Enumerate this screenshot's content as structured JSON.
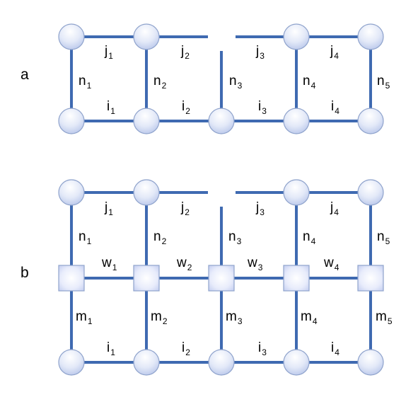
{
  "panels": [
    {
      "id": "a",
      "label": "a",
      "top_labels": [
        {
          "base": "j",
          "sub": "1"
        },
        {
          "base": "j",
          "sub": "2"
        },
        {
          "base": "j",
          "sub": "3"
        },
        {
          "base": "j",
          "sub": "4"
        }
      ],
      "bottom_labels": [
        {
          "base": "i",
          "sub": "1"
        },
        {
          "base": "i",
          "sub": "2"
        },
        {
          "base": "i",
          "sub": "3"
        },
        {
          "base": "i",
          "sub": "4"
        }
      ],
      "vertical_labels": [
        {
          "base": "n",
          "sub": "1"
        },
        {
          "base": "n",
          "sub": "2"
        },
        {
          "base": "n",
          "sub": "3"
        },
        {
          "base": "n",
          "sub": "4"
        },
        {
          "base": "n",
          "sub": "5"
        }
      ]
    },
    {
      "id": "b",
      "label": "b",
      "top_labels": [
        {
          "base": "j",
          "sub": "1"
        },
        {
          "base": "j",
          "sub": "2"
        },
        {
          "base": "j",
          "sub": "3"
        },
        {
          "base": "j",
          "sub": "4"
        }
      ],
      "upper_vertical_labels": [
        {
          "base": "n",
          "sub": "1"
        },
        {
          "base": "n",
          "sub": "2"
        },
        {
          "base": "n",
          "sub": "3"
        },
        {
          "base": "n",
          "sub": "4"
        },
        {
          "base": "n",
          "sub": "5"
        }
      ],
      "middle_labels": [
        {
          "base": "w",
          "sub": "1"
        },
        {
          "base": "w",
          "sub": "2"
        },
        {
          "base": "w",
          "sub": "3"
        },
        {
          "base": "w",
          "sub": "4"
        }
      ],
      "lower_vertical_labels": [
        {
          "base": "m",
          "sub": "1"
        },
        {
          "base": "m",
          "sub": "2"
        },
        {
          "base": "m",
          "sub": "3"
        },
        {
          "base": "m",
          "sub": "4"
        },
        {
          "base": "m",
          "sub": "5"
        }
      ],
      "bottom_labels": [
        {
          "base": "i",
          "sub": "1"
        },
        {
          "base": "i",
          "sub": "2"
        },
        {
          "base": "i",
          "sub": "3"
        },
        {
          "base": "i",
          "sub": "4"
        }
      ]
    }
  ],
  "colors": {
    "edge": "#3f6ab1",
    "node_fill_light": "#ffffff",
    "node_fill_dark": "#b8c6ea"
  }
}
